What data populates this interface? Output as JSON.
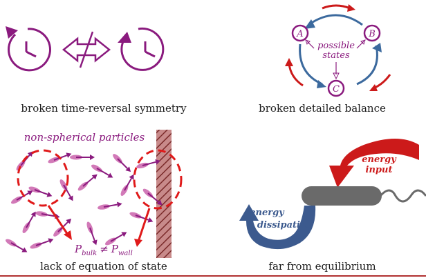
{
  "top_fragment": "∣   ·   · ·",
  "panels": {
    "p1": {
      "caption": "broken time-reversal symmetry"
    },
    "p2": {
      "caption": "broken detailed balance",
      "state_a": "A",
      "state_b": "B",
      "state_c": "C",
      "center_label_line1": "possible",
      "center_label_line2": "states"
    },
    "p3": {
      "caption": "lack of equation of state",
      "header": "non-spherical particles",
      "pressure_main": "P",
      "pressure_bulk_sub": "bulk",
      "neq": "≠",
      "pressure_wall_sub": "wall"
    },
    "p4": {
      "caption": "far from equilibrium",
      "energy_input_line1": "energy",
      "energy_input_line2": "input",
      "energy_diss_line1": "energy",
      "energy_diss_line2": "dissipation"
    }
  },
  "colors": {
    "purple": "#8a1a7e",
    "red": "#cc1a1a",
    "blue": "#3c6a9e",
    "gray": "#6a6a6a",
    "wall": "#8a3a3a"
  }
}
